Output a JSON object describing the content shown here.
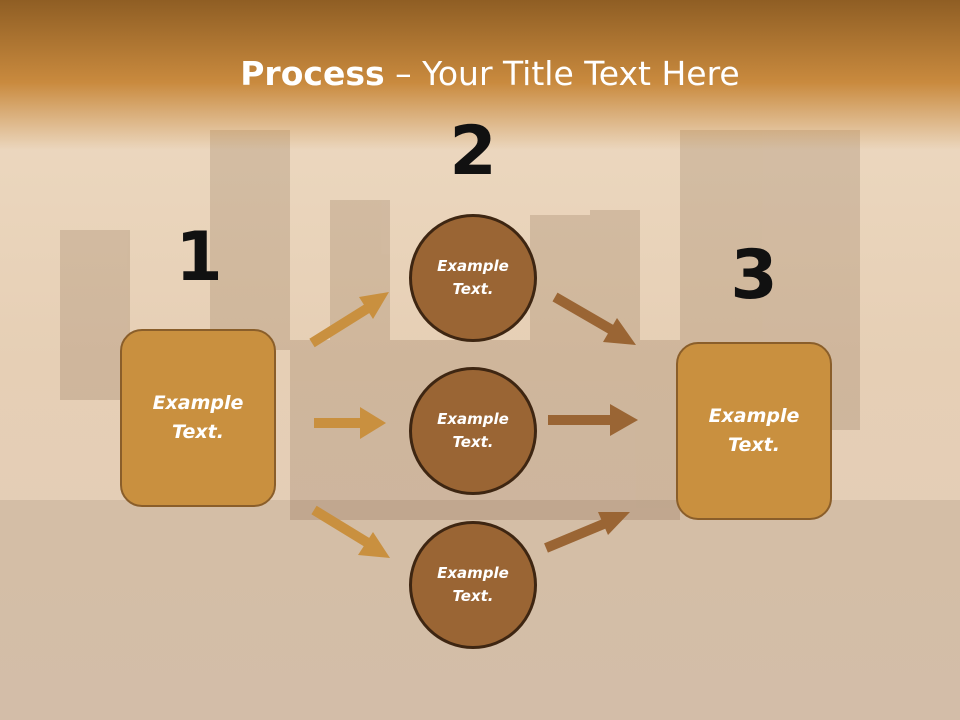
{
  "title": {
    "bold": "Process",
    "rest": " – Your Title Text Here"
  },
  "steps": {
    "one": "1",
    "two": "2",
    "three": "3"
  },
  "left_box": {
    "text": "Example Text."
  },
  "right_box": {
    "text": "Example Text."
  },
  "circles": [
    {
      "text": "Example Text."
    },
    {
      "text": "Example Text."
    },
    {
      "text": "Example Text."
    }
  ],
  "colors": {
    "header_band": "#b9772e",
    "box_fill": "#c9903f",
    "circle_fill": "#9a6534",
    "arrow_in": "#c9903f",
    "arrow_out": "#9a6534"
  }
}
